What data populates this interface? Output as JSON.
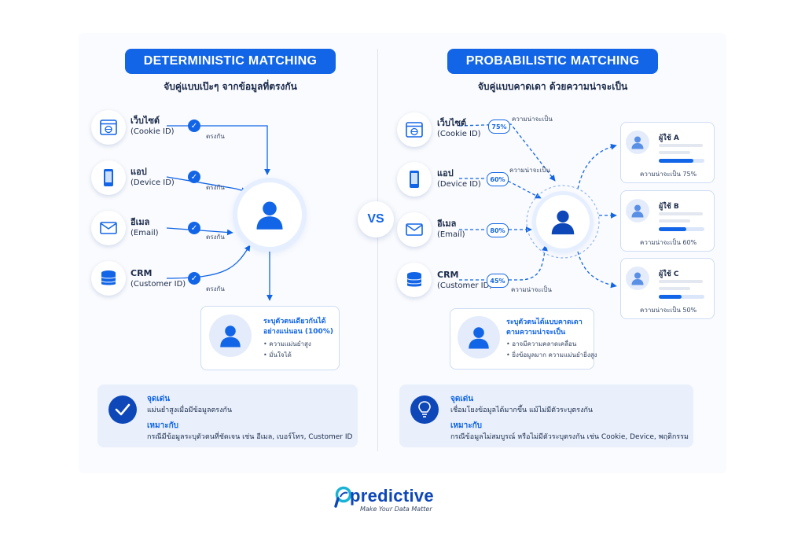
{
  "deterministic": {
    "title": "DETERMINISTIC MATCHING",
    "subtitle": "จับคู่แบบเป๊ะๆ จากข้อมูลที่ตรงกัน",
    "sources": [
      {
        "name": "เว็บไซต์",
        "id": "(Cookie ID)",
        "icon": "website-icon"
      },
      {
        "name": "แอป",
        "id": "(Device ID)",
        "icon": "phone-icon"
      },
      {
        "name": "อีเมล",
        "id": "(Email)",
        "icon": "email-icon"
      },
      {
        "name": "CRM",
        "id": "(Customer ID)",
        "icon": "database-icon"
      }
    ],
    "match_label": "ตรงกัน",
    "result": {
      "title_line1": "ระบุตัวตนเดียวกันได้",
      "title_line2": "อย่างแน่นอน (100%)",
      "bullets": [
        "• ความแม่นยำสูง",
        "• มั่นใจได้"
      ]
    },
    "info": {
      "strength_h": "จุดเด่น",
      "strength_t": "แม่นยำสูงเมื่อมีข้อมูลตรงกัน",
      "suit_h": "เหมาะกับ",
      "suit_t": "กรณีมีข้อมูลระบุตัวตนที่ชัดเจน เช่น อีเมล, เบอร์โทร, Customer ID"
    }
  },
  "vs_label": "VS",
  "probabilistic": {
    "title": "PROBABILISTIC MATCHING",
    "subtitle": "จับคู่แบบคาดเดา ด้วยความน่าจะเป็น",
    "sources": [
      {
        "name": "เว็บไซต์",
        "id": "(Cookie ID)",
        "icon": "website-icon",
        "pct": "75%"
      },
      {
        "name": "แอป",
        "id": "(Device ID)",
        "icon": "phone-icon",
        "pct": "60%"
      },
      {
        "name": "อีเมล",
        "id": "(Email)",
        "icon": "email-icon",
        "pct": "80%"
      },
      {
        "name": "CRM",
        "id": "(Customer ID)",
        "icon": "database-icon",
        "pct": "45%"
      }
    ],
    "prob_label": "ความน่าจะเป็น",
    "users": [
      {
        "name": "ผู้ใช้ A",
        "prob": "ความน่าจะเป็น 75%",
        "level": 0.75
      },
      {
        "name": "ผู้ใช้ B",
        "prob": "ความน่าจะเป็น 60%",
        "level": 0.6
      },
      {
        "name": "ผู้ใช้ C",
        "prob": "ความน่าจะเป็น 50%",
        "level": 0.5
      }
    ],
    "result": {
      "title_line1": "ระบุตัวตนได้แบบคาดเดา",
      "title_line2": "ตามความน่าจะเป็น",
      "bullets": [
        "• อาจมีความคลาดเคลื่อน",
        "• ยิ่งข้อมูลมาก ความแม่นยำยิ่งสูง"
      ]
    },
    "info": {
      "strength_h": "จุดเด่น",
      "strength_t": "เชื่อมโยงข้อมูลได้มากขึ้น แม้ไม่มีตัวระบุตรงกัน",
      "suit_h": "เหมาะกับ",
      "suit_t": "กรณีข้อมูลไม่สมบูรณ์ หรือไม่มีตัวระบุตรงกัน เช่น Cookie, Device, พฤติกรรม"
    }
  },
  "logo": {
    "name": "predictive",
    "tagline": "Make Your Data Matter"
  },
  "colors": {
    "accent": "#1265e6",
    "dark": "#0d47b8",
    "text": "#1b2b4a"
  }
}
